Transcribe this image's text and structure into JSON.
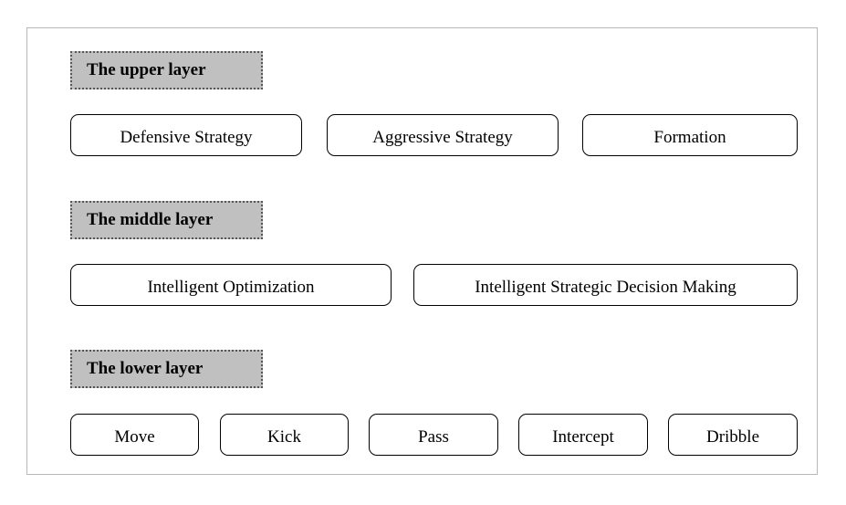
{
  "layers": [
    {
      "label": "The upper layer",
      "items": [
        "Defensive Strategy",
        "Aggressive Strategy",
        "Formation"
      ]
    },
    {
      "label": "The middle layer",
      "items": [
        "Intelligent Optimization",
        "Intelligent Strategic Decision Making"
      ]
    },
    {
      "label": "The lower layer",
      "items": [
        "Move",
        "Kick",
        "Pass",
        "Intercept",
        "Dribble"
      ]
    }
  ],
  "colors": {
    "label_fill": "#c0c0c0",
    "frame_border": "#b8b8b8",
    "box_border": "#000000"
  }
}
